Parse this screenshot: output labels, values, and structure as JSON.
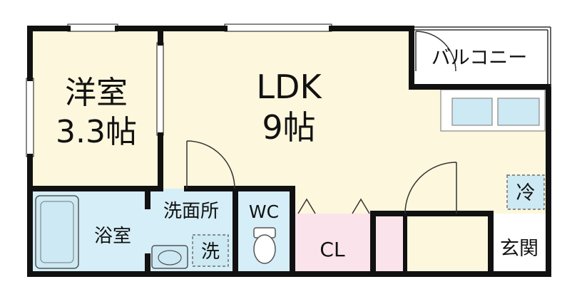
{
  "rooms": {
    "western": {
      "name": "洋室",
      "size": "3.3帖"
    },
    "ldk": {
      "name": "LDK",
      "size": "9帖"
    },
    "balcony": {
      "name": "バルコニー"
    },
    "bath": {
      "name": "浴室"
    },
    "washroom": {
      "name": "洗面所"
    },
    "washer": {
      "name": "洗"
    },
    "wc": {
      "name": "WC"
    },
    "closet": {
      "name": "CL"
    },
    "fridge": {
      "name": "冷"
    },
    "entrance": {
      "name": "玄関"
    }
  },
  "colors": {
    "wall": "#111111",
    "floor_wood": "#fdf7dd",
    "floor_wet": "#d6eef8",
    "floor_closet": "#fbe3ec",
    "fixture": "#cde9f3"
  }
}
